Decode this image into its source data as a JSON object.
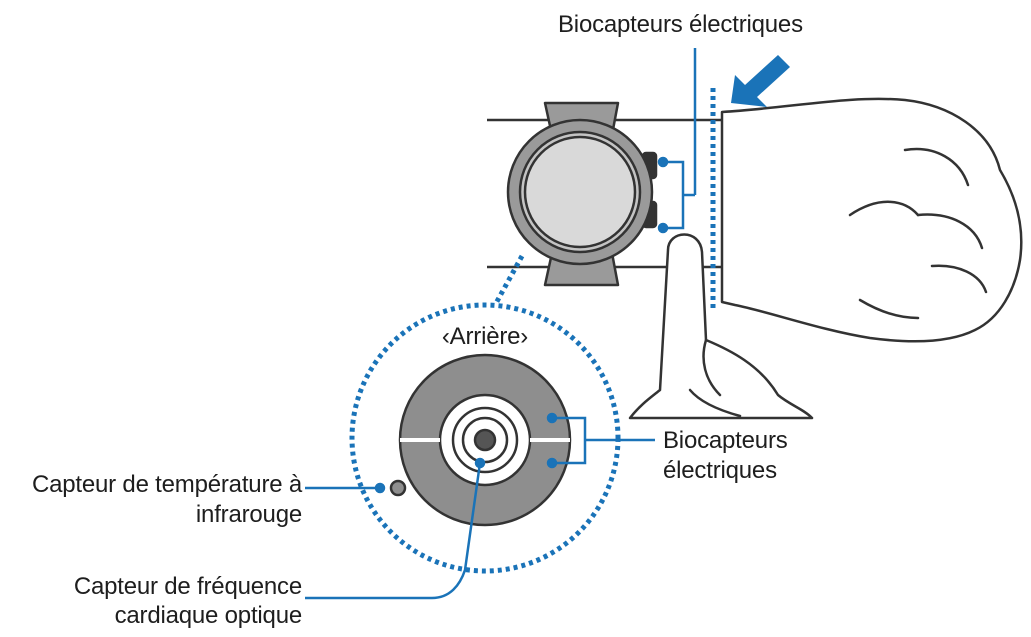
{
  "labels": {
    "bio_top": "Biocapteurs électriques",
    "rear": "‹Arrière›",
    "bio_side_line1": "Biocapteurs",
    "bio_side_line2": "électriques",
    "temp_line1": "Capteur de température à",
    "temp_line2": "infrarouge",
    "heart_line1": "Capteur de fréquence",
    "heart_line2": "cardiaque optique"
  },
  "colors": {
    "accent": "#1a73b8",
    "outline": "#333333",
    "watch_face": "#d9d9d9",
    "watch_gray": "#9a9a9a",
    "back_dark": "#8e8e8e"
  }
}
